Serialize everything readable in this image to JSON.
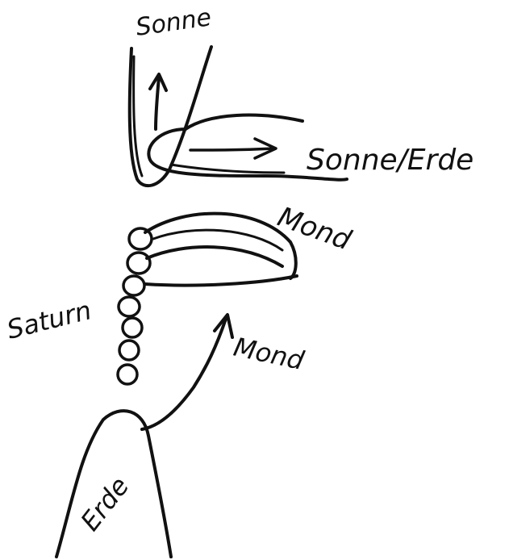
{
  "labels": {
    "sonne": "Sonne",
    "sonne_erde": "Sonne/Erde",
    "mond_top": "Mond",
    "saturn": "Saturn",
    "mond_bottom": "Mond",
    "erde": "Erde"
  },
  "colors": {
    "ink": "#111111",
    "paper": "#ffffff"
  }
}
